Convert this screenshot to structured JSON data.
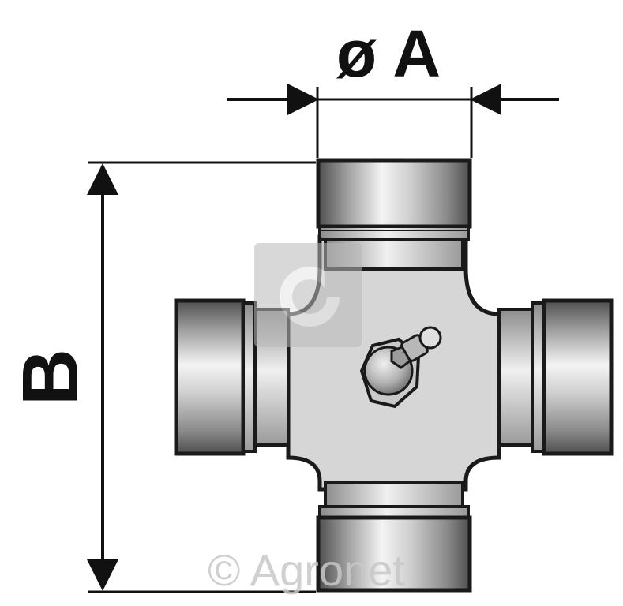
{
  "diagram": {
    "dimension_a": {
      "label": "ø A"
    },
    "dimension_b": {
      "label": "B"
    }
  },
  "watermark": {
    "text": "© Agronet",
    "color": "#c8c8c8"
  },
  "colors": {
    "outline": "#1a1a1a",
    "body_fill": "#d6d6d6",
    "cap_light": "#f2f2f2",
    "cap_dark": "#5a5a5a"
  },
  "icons": [
    "grease-nipple-icon",
    "agronet-logo-icon",
    "arrow-icon"
  ]
}
